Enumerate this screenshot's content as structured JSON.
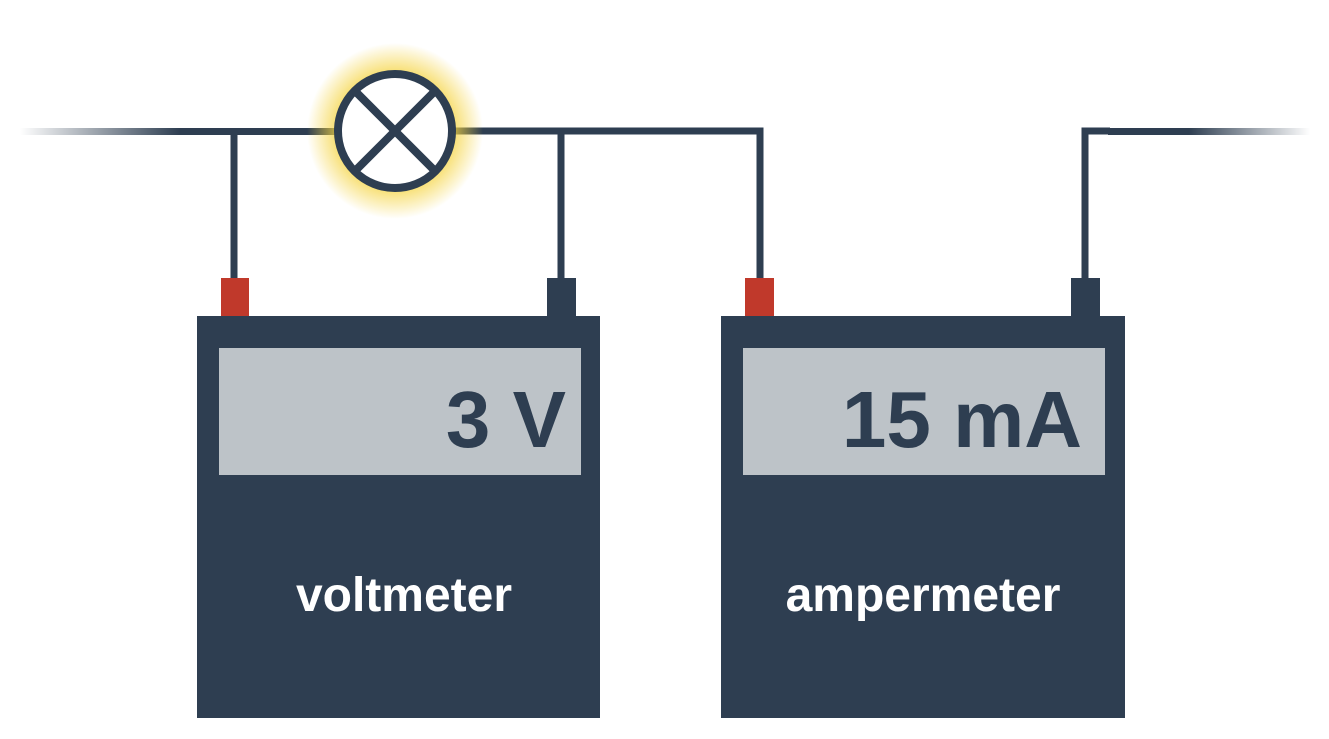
{
  "voltmeter": {
    "reading": "3 V",
    "label": "voltmeter"
  },
  "ampermeter": {
    "reading": "15 mA",
    "label": "ampermeter"
  },
  "colors": {
    "dark": "#2e3e51",
    "display": "#bdc3c8",
    "positive_terminal": "#c0392b",
    "glow": "#f5d442"
  }
}
